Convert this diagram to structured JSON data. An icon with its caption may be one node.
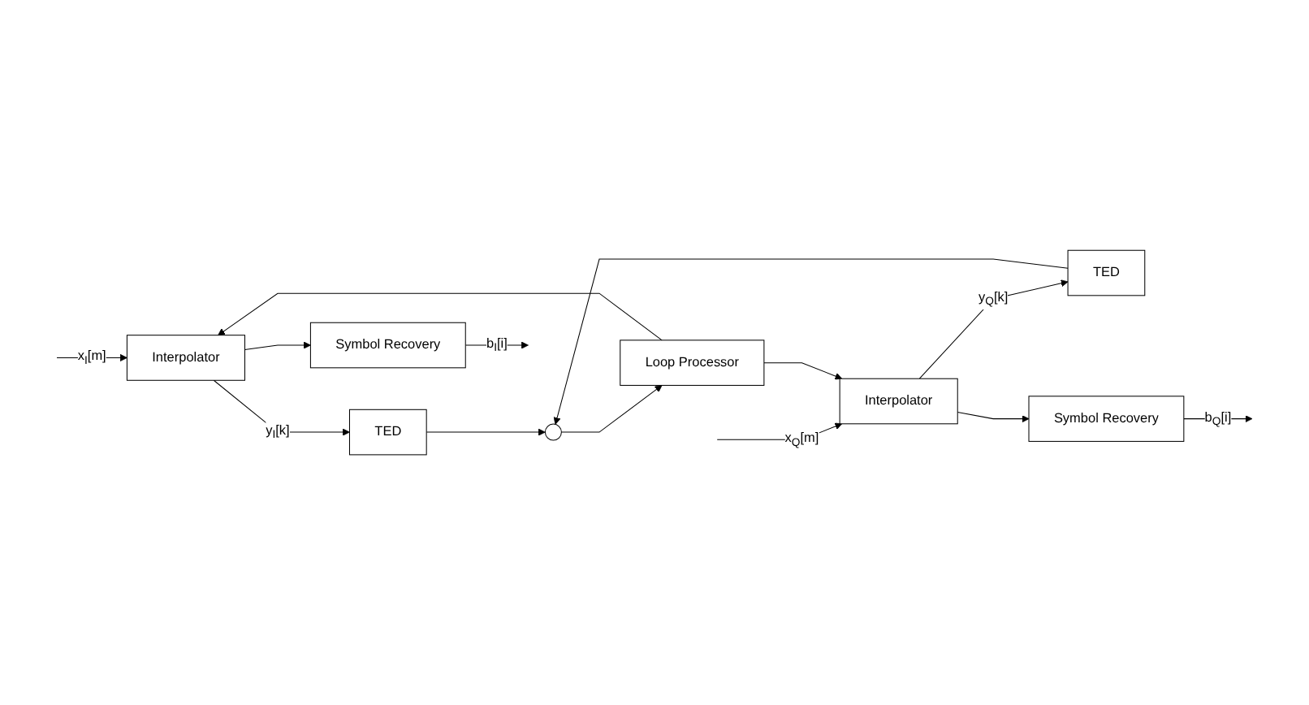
{
  "diagram": {
    "nodes": [
      {
        "text": [
          "Interpolator"
        ]
      },
      {
        "text": [
          "TED"
        ]
      },
      {
        "text": [
          "Symbol Recovery"
        ]
      },
      {
        "text": [],
        "shape": "circle"
      },
      {
        "text": [
          "Interpolator"
        ]
      },
      {
        "text": [
          "TED"
        ]
      },
      {
        "text": [
          "Symbol Recovery"
        ]
      },
      {
        "text": [
          "Loop Processor"
        ]
      }
    ],
    "edges": [
      {
        "from": null,
        "to": 0,
        "arrow": "to",
        "label": "x$_{I}$[m]"
      },
      {
        "from": 0,
        "to": 1,
        "arrow": "to",
        "label": "y$_{I}$[k]"
      },
      {
        "from": 0,
        "to": 2,
        "arrow": "to"
      },
      {
        "from": 2,
        "to": null,
        "arrow": "to",
        "label": "b$_{I}$[i]"
      },
      {
        "from": 1,
        "to": 3,
        "arrow": "to"
      },
      {
        "from": 5,
        "to": 3,
        "arrow": "to"
      },
      {
        "from": null,
        "to": 4,
        "arrow": "to",
        "label": "x$_{Q}$[m]"
      },
      {
        "from": 4,
        "to": 5,
        "arrow": "to",
        "label": "y$_{Q}$[k]"
      },
      {
        "from": 4,
        "to": 6,
        "arrow": "to"
      },
      {
        "from": 6,
        "to": null,
        "arrow": "to",
        "label": "b$_{Q}$[i]"
      },
      {
        "from": 3,
        "to": 7,
        "arrow": "to"
      },
      {
        "from": 7,
        "to": 4,
        "arrow": "to"
      },
      {
        "from": 7,
        "to": 0,
        "arrow": "to"
      }
    ]
  }
}
